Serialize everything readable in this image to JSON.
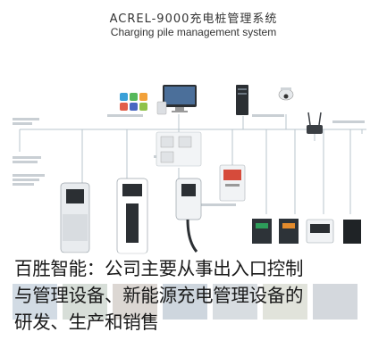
{
  "header": {
    "title_cn": "ACREL-9000充电桩管理系统",
    "title_en": "Charging pile management system"
  },
  "caption": {
    "line1": "百胜智能：公司主要从事出入口控制",
    "line2": "与管理设备、新能源充电管理设备的",
    "line3": "研发、生产和销售"
  },
  "colors": {
    "line": "#b9c4cc",
    "device_body": "#e9ecef",
    "device_dark": "#2b2f33",
    "accent_orange": "#e38b2c",
    "accent_red": "#d64b3b",
    "accent_green": "#2d9d5a"
  },
  "icons": [
    "app-icons",
    "monitor-icon",
    "server-icon",
    "camera-icon",
    "router-icon",
    "charger-icon",
    "meter-icon"
  ]
}
